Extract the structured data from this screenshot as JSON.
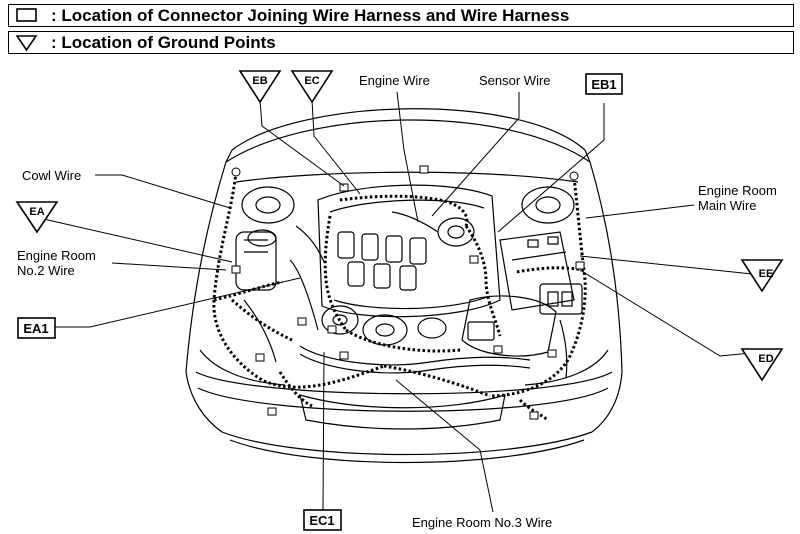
{
  "legend": {
    "connector_text": ": Location of Connector Joining Wire Harness and Wire Harness",
    "ground_text": ": Location of Ground Points"
  },
  "wire_labels": {
    "cowl_wire": "Cowl Wire",
    "engine_room_no2_line1": "Engine Room",
    "engine_room_no2_line2": "No.2 Wire",
    "engine_wire": "Engine Wire",
    "sensor_wire": "Sensor Wire",
    "engine_room_main_line1": "Engine Room",
    "engine_room_main_line2": "Main Wire",
    "engine_room_no3": "Engine Room No.3 Wire"
  },
  "connectors": {
    "eb1": "EB1",
    "ea1": "EA1",
    "ec1": "EC1"
  },
  "ground_points": {
    "eb": "EB",
    "ec": "EC",
    "ea": "EA",
    "ee": "EE",
    "ed": "ED"
  }
}
